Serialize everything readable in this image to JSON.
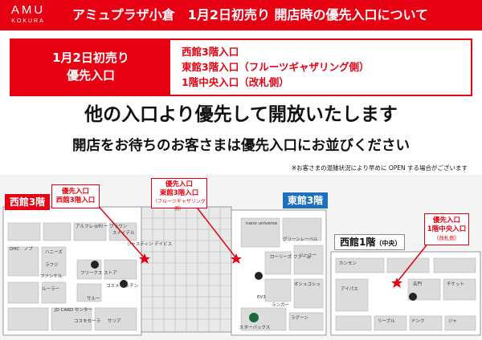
{
  "header": {
    "logo_main": "AMU",
    "logo_sub": "KOKURA",
    "title": "アミュプラザ小倉　1月2日初売り 開店時の優先入口について"
  },
  "info": {
    "label_line1": "1月2日初売り",
    "label_line2": "優先入口",
    "entrances": [
      "西館3階入口",
      "東館3階入口（フルーツギャザリング側）",
      "1階中央入口（改札側）"
    ]
  },
  "headline": "他の入口より優先して開放いたします",
  "subheadline": "開店をお待ちのお客さまは優先入口にお並びください",
  "note": "※お客さまの混雑状況により早めに OPEN する場合がございます",
  "map": {
    "west_floor_label": "西館3階",
    "east_floor_label": "東館3階",
    "west1_floor_label": "西館1階",
    "west1_floor_sub": "（中央）",
    "callout_west": [
      "優先入口",
      "西館3階入口"
    ],
    "callout_east": [
      "優先入口",
      "東館3階入口",
      "（フルーツギャザリング側）"
    ],
    "callout_center": [
      "優先入口",
      "1階中央入口",
      "（改札側）"
    ],
    "shops": {
      "alfred": "アルフレッド",
      "lily": "リリー\nブラウン",
      "snidel": "スナイデル",
      "justin": "ジャスティン\nデイビス",
      "dhc": "DHC",
      "nobu": "ノブ",
      "honeys": "ハニーズ",
      "lafuji": "ラフジ",
      "fancl": "ファンケル",
      "freeks": "フリークス\nストア",
      "ruler": "ルーラー",
      "salou": "サルー",
      "cosme": "コスメ\nキッチン",
      "jdcard": "JD CARD\nセンター",
      "cosmo": "コスモセーラ",
      "sylia": "サリア",
      "nano": "nano\nuniverse",
      "green": "グリーンレーベル",
      "lowrys": "ローリーズ\nファーム",
      "gu": "ジーユー",
      "oshkosh": "オシュコシュ",
      "ranger": "ランガー",
      "starbucks": "スターバックス",
      "lagoon": "ラグーン",
      "ec3": "EV3",
      "kanmon": "カンモン",
      "aipass": "アイパス",
      "meimon": "名門",
      "ticket": "チケット",
      "lucua": "リーブル",
      "ikki": "ドンク",
      "zizi": "ジャ"
    }
  },
  "colors": {
    "brand_red": "#e60012",
    "east_blue": "#1f6fbf"
  }
}
